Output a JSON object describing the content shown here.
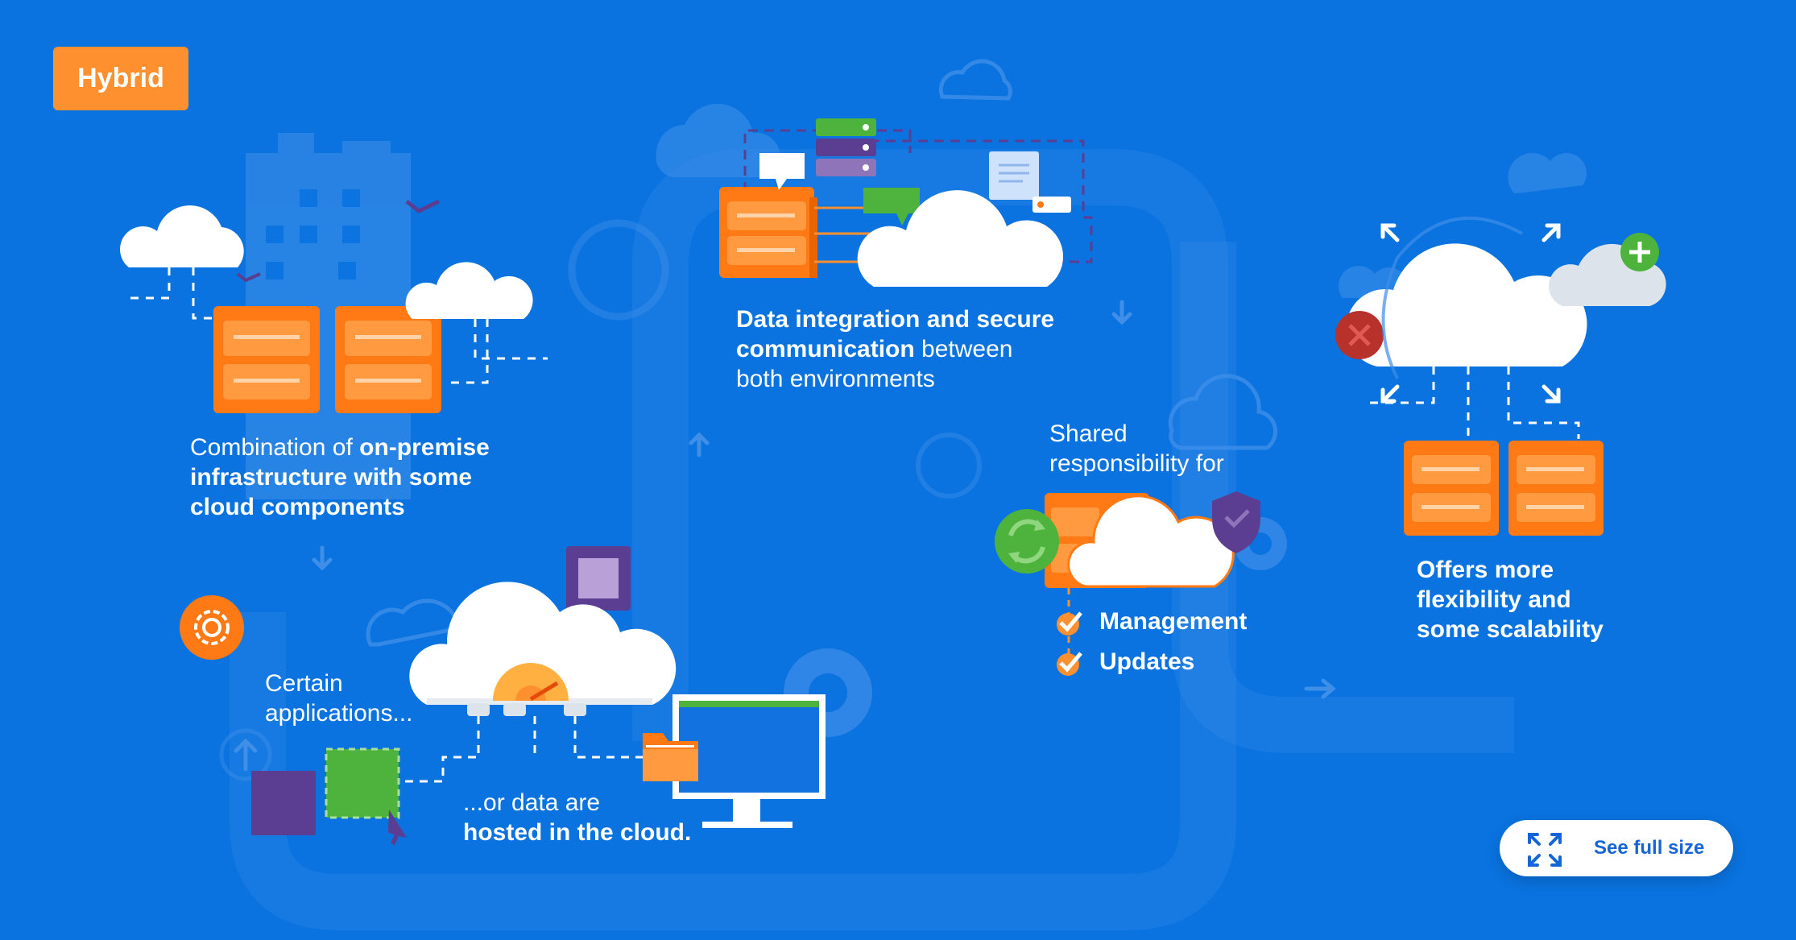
{
  "badge": {
    "label": "Hybrid"
  },
  "texts": {
    "combination": {
      "pre": "Combination of ",
      "b1": "on-premise",
      "b2": "infrastructure with some",
      "b3": "cloud components"
    },
    "integration": {
      "b1": "Data integration and secure",
      "b2": "communication",
      "r2": " between",
      "r3": "both environments"
    },
    "shared": {
      "l1": "Shared",
      "l2": "responsibility for",
      "item1": "Management",
      "item2": "Updates"
    },
    "flex": {
      "l1": "Offers more",
      "l2": "flexibility and",
      "l3": "some scalability"
    },
    "apps": {
      "l1": "Certain",
      "l2": "applications..."
    },
    "hosted": {
      "l1": "...or data are",
      "l2": "hosted in the cloud."
    }
  },
  "button": {
    "label": "See full size",
    "icon": "expand-icon"
  },
  "colors": {
    "background": "#0a73e0",
    "orange": "#ff7a14",
    "orange_dark": "#e86400",
    "badge": "#ff9030",
    "green": "#4db33d",
    "purple": "#5b3d91",
    "red": "#b8322c"
  }
}
